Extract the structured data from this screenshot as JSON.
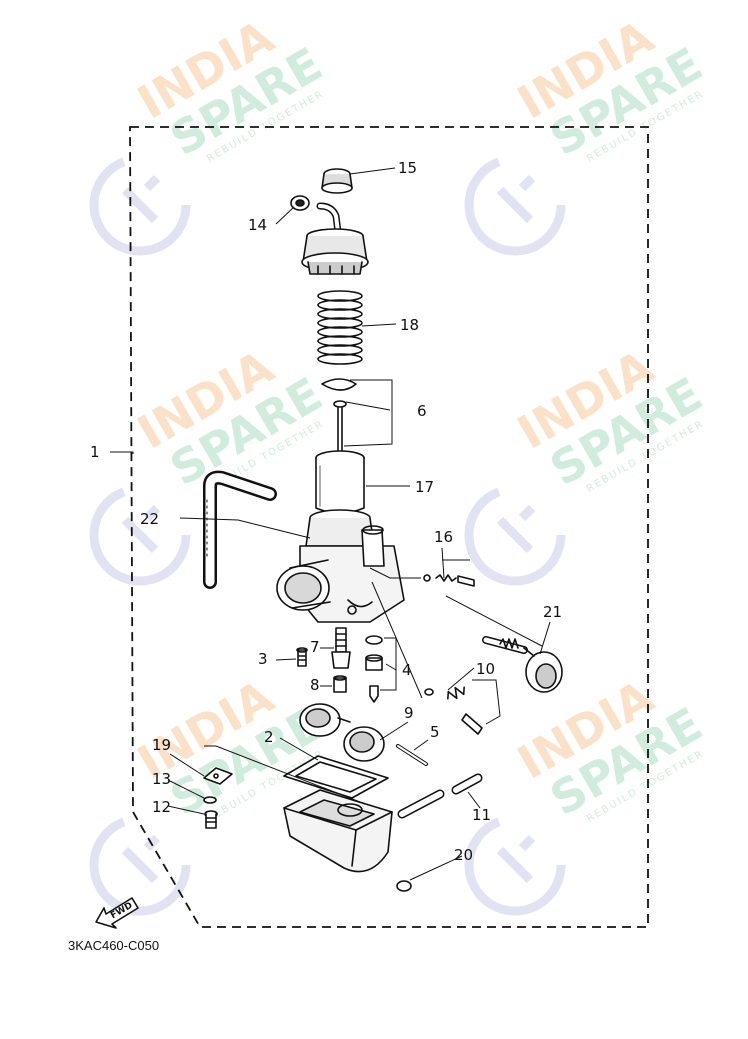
{
  "diagram": {
    "callouts": {
      "c1": "1",
      "c2": "2",
      "c3": "3",
      "c4": "4",
      "c5": "5",
      "c6": "6",
      "c7": "7",
      "c8": "8",
      "c9": "9",
      "c10": "10",
      "c11": "11",
      "c12": "12",
      "c13": "13",
      "c14": "14",
      "c15": "15",
      "c16": "16",
      "c17": "17",
      "c18": "18",
      "c19": "19",
      "c20": "20",
      "c21": "21",
      "c22": "22"
    },
    "fwd_label": "FWD",
    "part_code": "3KAC460-C050"
  },
  "watermark": {
    "line1": "INDIA",
    "line2": "SPARE",
    "tagline": "REBUILD TOGETHER",
    "colors": {
      "india": "#f6c89a",
      "spare": "#a9dcc0",
      "logo": "#c9cdea"
    }
  },
  "colors": {
    "ink": "#111111",
    "background": "#ffffff"
  }
}
